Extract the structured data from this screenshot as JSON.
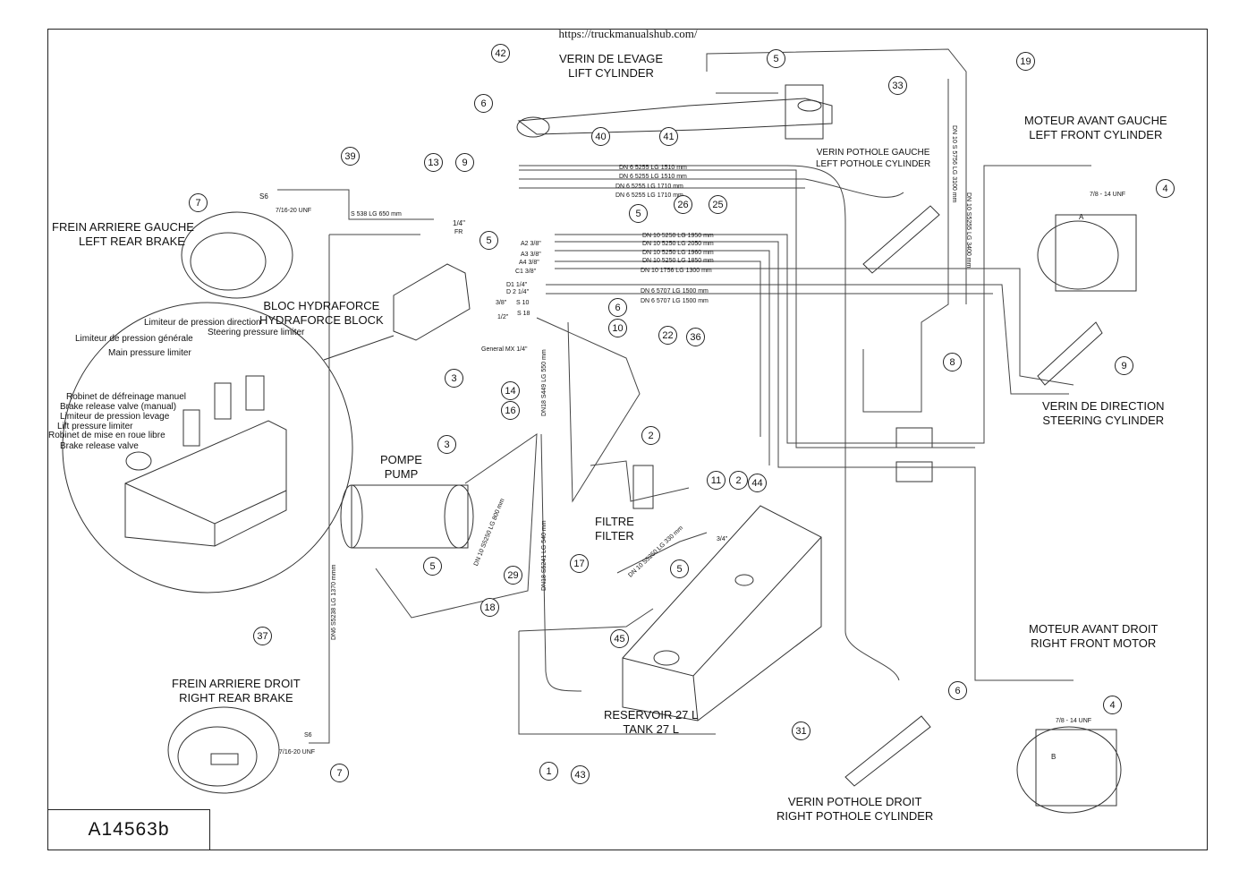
{
  "header": {
    "url": "https://truckmanualshub.com/"
  },
  "drawing_number": "A14563b",
  "components": {
    "lift_cylinder": [
      "VERIN DE LEVAGE",
      "LIFT CYLINDER"
    ],
    "front_left_motor": [
      "MOTEUR AVANT GAUCHE",
      "LEFT FRONT CYLINDER"
    ],
    "left_pothole_cylinder": [
      "VERIN POTHOLE GAUCHE",
      "LEFT POTHOLE CYLINDER"
    ],
    "rear_left_brake": [
      "FREIN ARRIERE GAUCHE",
      "LEFT REAR BRAKE"
    ],
    "hydraforce_block": [
      "BLOC HYDRAFORCE",
      "HYDRAFORCE BLOCK"
    ],
    "steering_cylinder": [
      "VERIN DE DIRECTION",
      "STEERING CYLINDER"
    ],
    "pump": [
      "POMPE",
      "PUMP"
    ],
    "filter": [
      "FILTRE",
      "FILTER"
    ],
    "front_right_motor": [
      "MOTEUR AVANT DROIT",
      "RIGHT FRONT MOTOR"
    ],
    "rear_right_brake": [
      "FREIN ARRIERE DROIT",
      "RIGHT REAR BRAKE"
    ],
    "tank": [
      "RESERVOIR  27 L",
      "TANK 27 L"
    ],
    "right_pothole_cylinder": [
      "VERIN POTHOLE DROIT",
      "RIGHT POTHOLE CYLINDER"
    ]
  },
  "block_labels": [
    "Limiteur de pression direction",
    "Steering pressure limiter",
    "Limiteur de pression générale",
    "Main pressure limiter",
    "Robinet de défreinage manuel",
    "Brake release valve (manual)",
    "Limiteur de pression levage",
    "Lift pressure limiter",
    "Robinet de mise en roue libre",
    "Brake release valve"
  ],
  "hose_labels": [
    "DN 6 5255 LG 1510 mm",
    "DN 6 5255 LG 1510 mm",
    "DN 6 5255 LG 1710 mm",
    "DN 6 5255 LG 1710 mm",
    "DN 10 5250 LG 1950 mm",
    "DN 10 5250 LG 2050 mm",
    "DN 10 5250 LG 1960 mm",
    "DN 10 5250 LG 1850 mm",
    "DN 10 1756 LG 1300 mm",
    "DN 6  5707 LG 1500 mm",
    "DN 6  5707 LG 1500 mm",
    "S 538 LG 650 mm",
    "DN18 S449 LG 550 mm",
    "DN 10 S5250 LG 800 mm",
    "DN18 S5241 LG 540 mm",
    "DN 10 S5250 LG 330 mm",
    "DN6 S5238 LG 1370 mmm",
    "DN 10 S 5756 LG 3100 mm",
    "DN 10 S5255 LG 3400 mm"
  ],
  "fitting_labels": [
    "7/16-20 UNF",
    "S6",
    "1/4\"",
    "FR",
    "A2 3/8\"",
    "A3 3/8\"",
    "A4  3/8\"",
    "C1  3/8\"",
    "D1  1/4\"",
    "D 2  1/4\"",
    "3/8\"",
    "S 10",
    "1/2\"",
    "S 18",
    "General MX  1/4\"",
    "7/8 - 14 UNF",
    "7/8 - 14 UNF",
    "A",
    "B",
    "3/4\"",
    "7/16-20 UNF",
    "S6"
  ],
  "refs": [
    "42",
    "5",
    "19",
    "33",
    "6",
    "40",
    "41",
    "13",
    "9",
    "39",
    "7",
    "4",
    "26",
    "25",
    "5",
    "5",
    "6",
    "10",
    "22",
    "36",
    "3",
    "14",
    "16",
    "8",
    "9",
    "3",
    "2",
    "11",
    "2",
    "44",
    "5",
    "17",
    "29",
    "18",
    "5",
    "45",
    "37",
    "6",
    "4",
    "1",
    "43",
    "31",
    "7"
  ]
}
